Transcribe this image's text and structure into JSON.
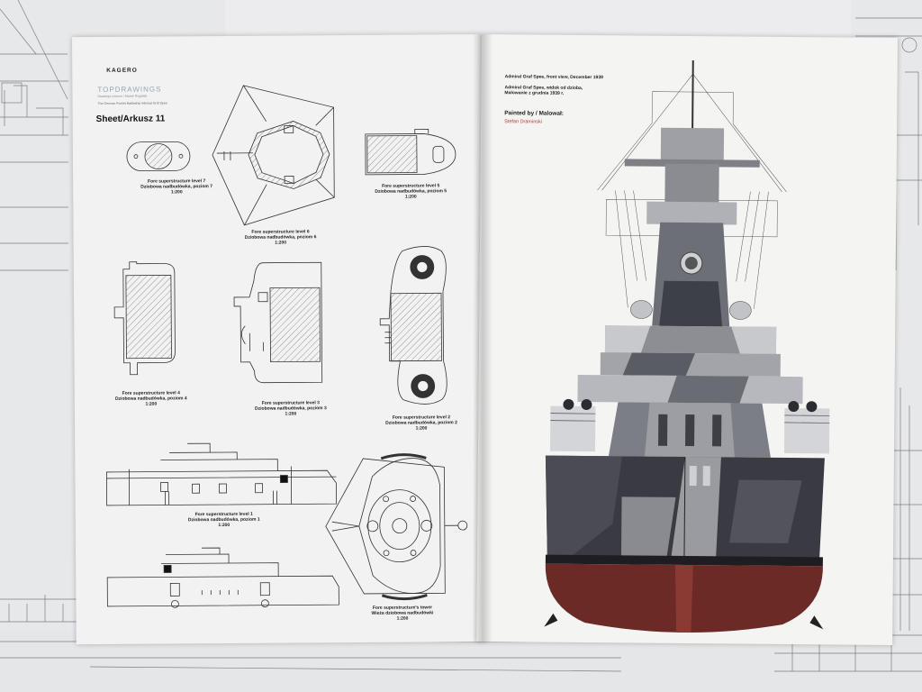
{
  "left_page": {
    "logo": {
      "publisher": "KAGERO",
      "series": "TOPDRAWINGS",
      "tagline": "Drawings Lexicon / Marek Rogalski",
      "subtitle": "The German Pocket Battleship Admiral Graf Spee"
    },
    "sheet_title": "Sheet/Arkusz 11",
    "captions": [
      {
        "id": "level7",
        "line1": "Fore superstructure level 7",
        "line2": "Dziobowa nadbudówka, poziom 7",
        "scale": "1:200"
      },
      {
        "id": "level6",
        "line1": "Fore superstructure level 6",
        "line2": "Dziobowa nadbudówka, poziom 6",
        "scale": "1:200"
      },
      {
        "id": "level5",
        "line1": "Fore superstructure level 5",
        "line2": "Dziobowa nadbudówka, poziom 5",
        "scale": "1:200"
      },
      {
        "id": "level4",
        "line1": "Fore superstructure level 4",
        "line2": "Dziobowa nadbudówka, poziom 4",
        "scale": "1:200"
      },
      {
        "id": "level3",
        "line1": "Fore superstructure level 3",
        "line2": "Dziobowa nadbudówka, poziom 3",
        "scale": "1:200"
      },
      {
        "id": "level2",
        "line1": "Fore superstructure level 2",
        "line2": "Dziobowa nadbudówka, poziom 2",
        "scale": "1:200"
      },
      {
        "id": "level1",
        "line1": "Fore superstructure level 1",
        "line2": "Dziobowa nadbudówka, poziom 1",
        "scale": "1:200"
      },
      {
        "id": "tower",
        "line1": "Fore superstructure's tower",
        "line2": "Wieża dziobowa nadbudówki",
        "scale": "1:200"
      }
    ]
  },
  "right_page": {
    "meta_line1": "Admiral Graf Spee, front view, December 1939",
    "meta_line2": "Admiral Graf Spee, widok od dzioba,",
    "meta_line3": "Malowanie z grudnia 1939 r.",
    "painted_by": "Painted by / Malował:",
    "painter": "Stefan Draminski"
  },
  "colors": {
    "page": "#f2f2f2",
    "hull_dark": "#3a3a42",
    "hull_red": "#6b2a26",
    "camo_light": "#b8b8bc",
    "line": "#333333",
    "accent_red": "#b33b2e"
  }
}
